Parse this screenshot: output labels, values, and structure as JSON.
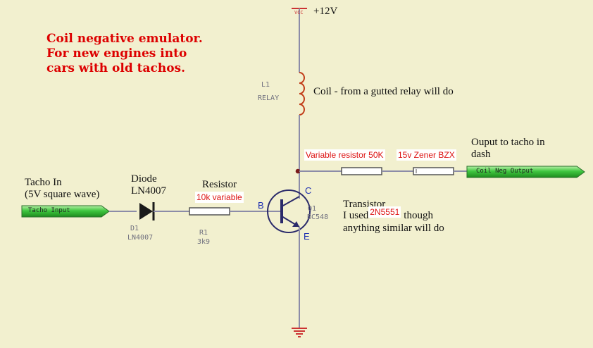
{
  "title_lines": [
    "Coil negative emulator.",
    "For new engines into",
    "cars with old tachos."
  ],
  "supply": {
    "label": "+12V",
    "symbol_text": "VCC"
  },
  "coil": {
    "ref": "L1",
    "value": "RELAY",
    "note": "Coil - from a gutted relay will do"
  },
  "input": {
    "heading_line1": "Tacho In",
    "heading_line2": "(5V square wave)",
    "connector_label": "Tacho Input"
  },
  "diode": {
    "heading_line1": "Diode",
    "heading_line2": "LN4007",
    "ref": "D1",
    "value": "LN4007"
  },
  "resistor": {
    "heading": "Resistor",
    "box_label": "10k variable",
    "ref": "R1",
    "value": "3k9"
  },
  "transistor": {
    "pin_base": "B",
    "pin_collector": "C",
    "pin_emitter": "E",
    "ref": "Q1",
    "value": "BC548",
    "note_line1": "Transistor",
    "note_prefix": "I used",
    "part": "2N5551",
    "note_suffix": "though",
    "note_line3": "anything similar will do"
  },
  "output": {
    "var_resistor": "Variable resistor 50K",
    "zener": "15v Zener BZX",
    "heading_line1": "Ouput to tacho in",
    "heading_line2": "dash",
    "connector_label": "Coil Neg Output"
  },
  "colors": {
    "background": "#f2f0cf",
    "wire": "#8c8ca8",
    "connector_fill": "#3ec43e",
    "note_red": "#dd0000",
    "pin_blue": "#1a2cb0"
  }
}
